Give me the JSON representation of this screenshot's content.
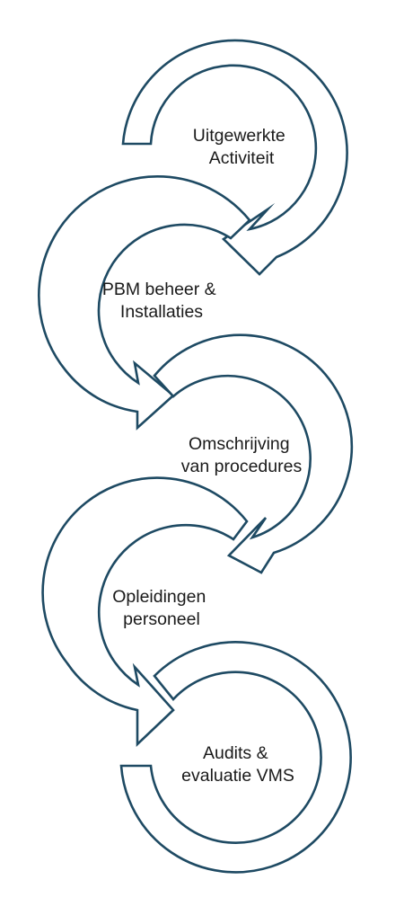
{
  "diagram": {
    "accent_color": "#1e4a63",
    "text_color": "#1a1a1a",
    "steps": [
      {
        "line1": "Uitgewerkte",
        "line2": "Activiteit"
      },
      {
        "line1": "PBM beheer &",
        "line2": "Installaties"
      },
      {
        "line1": "Omschrijving",
        "line2": "van procedures"
      },
      {
        "line1": "Opleidingen",
        "line2": "personeel"
      },
      {
        "line1": "Audits &",
        "line2": "evaluatie VMS"
      }
    ]
  }
}
